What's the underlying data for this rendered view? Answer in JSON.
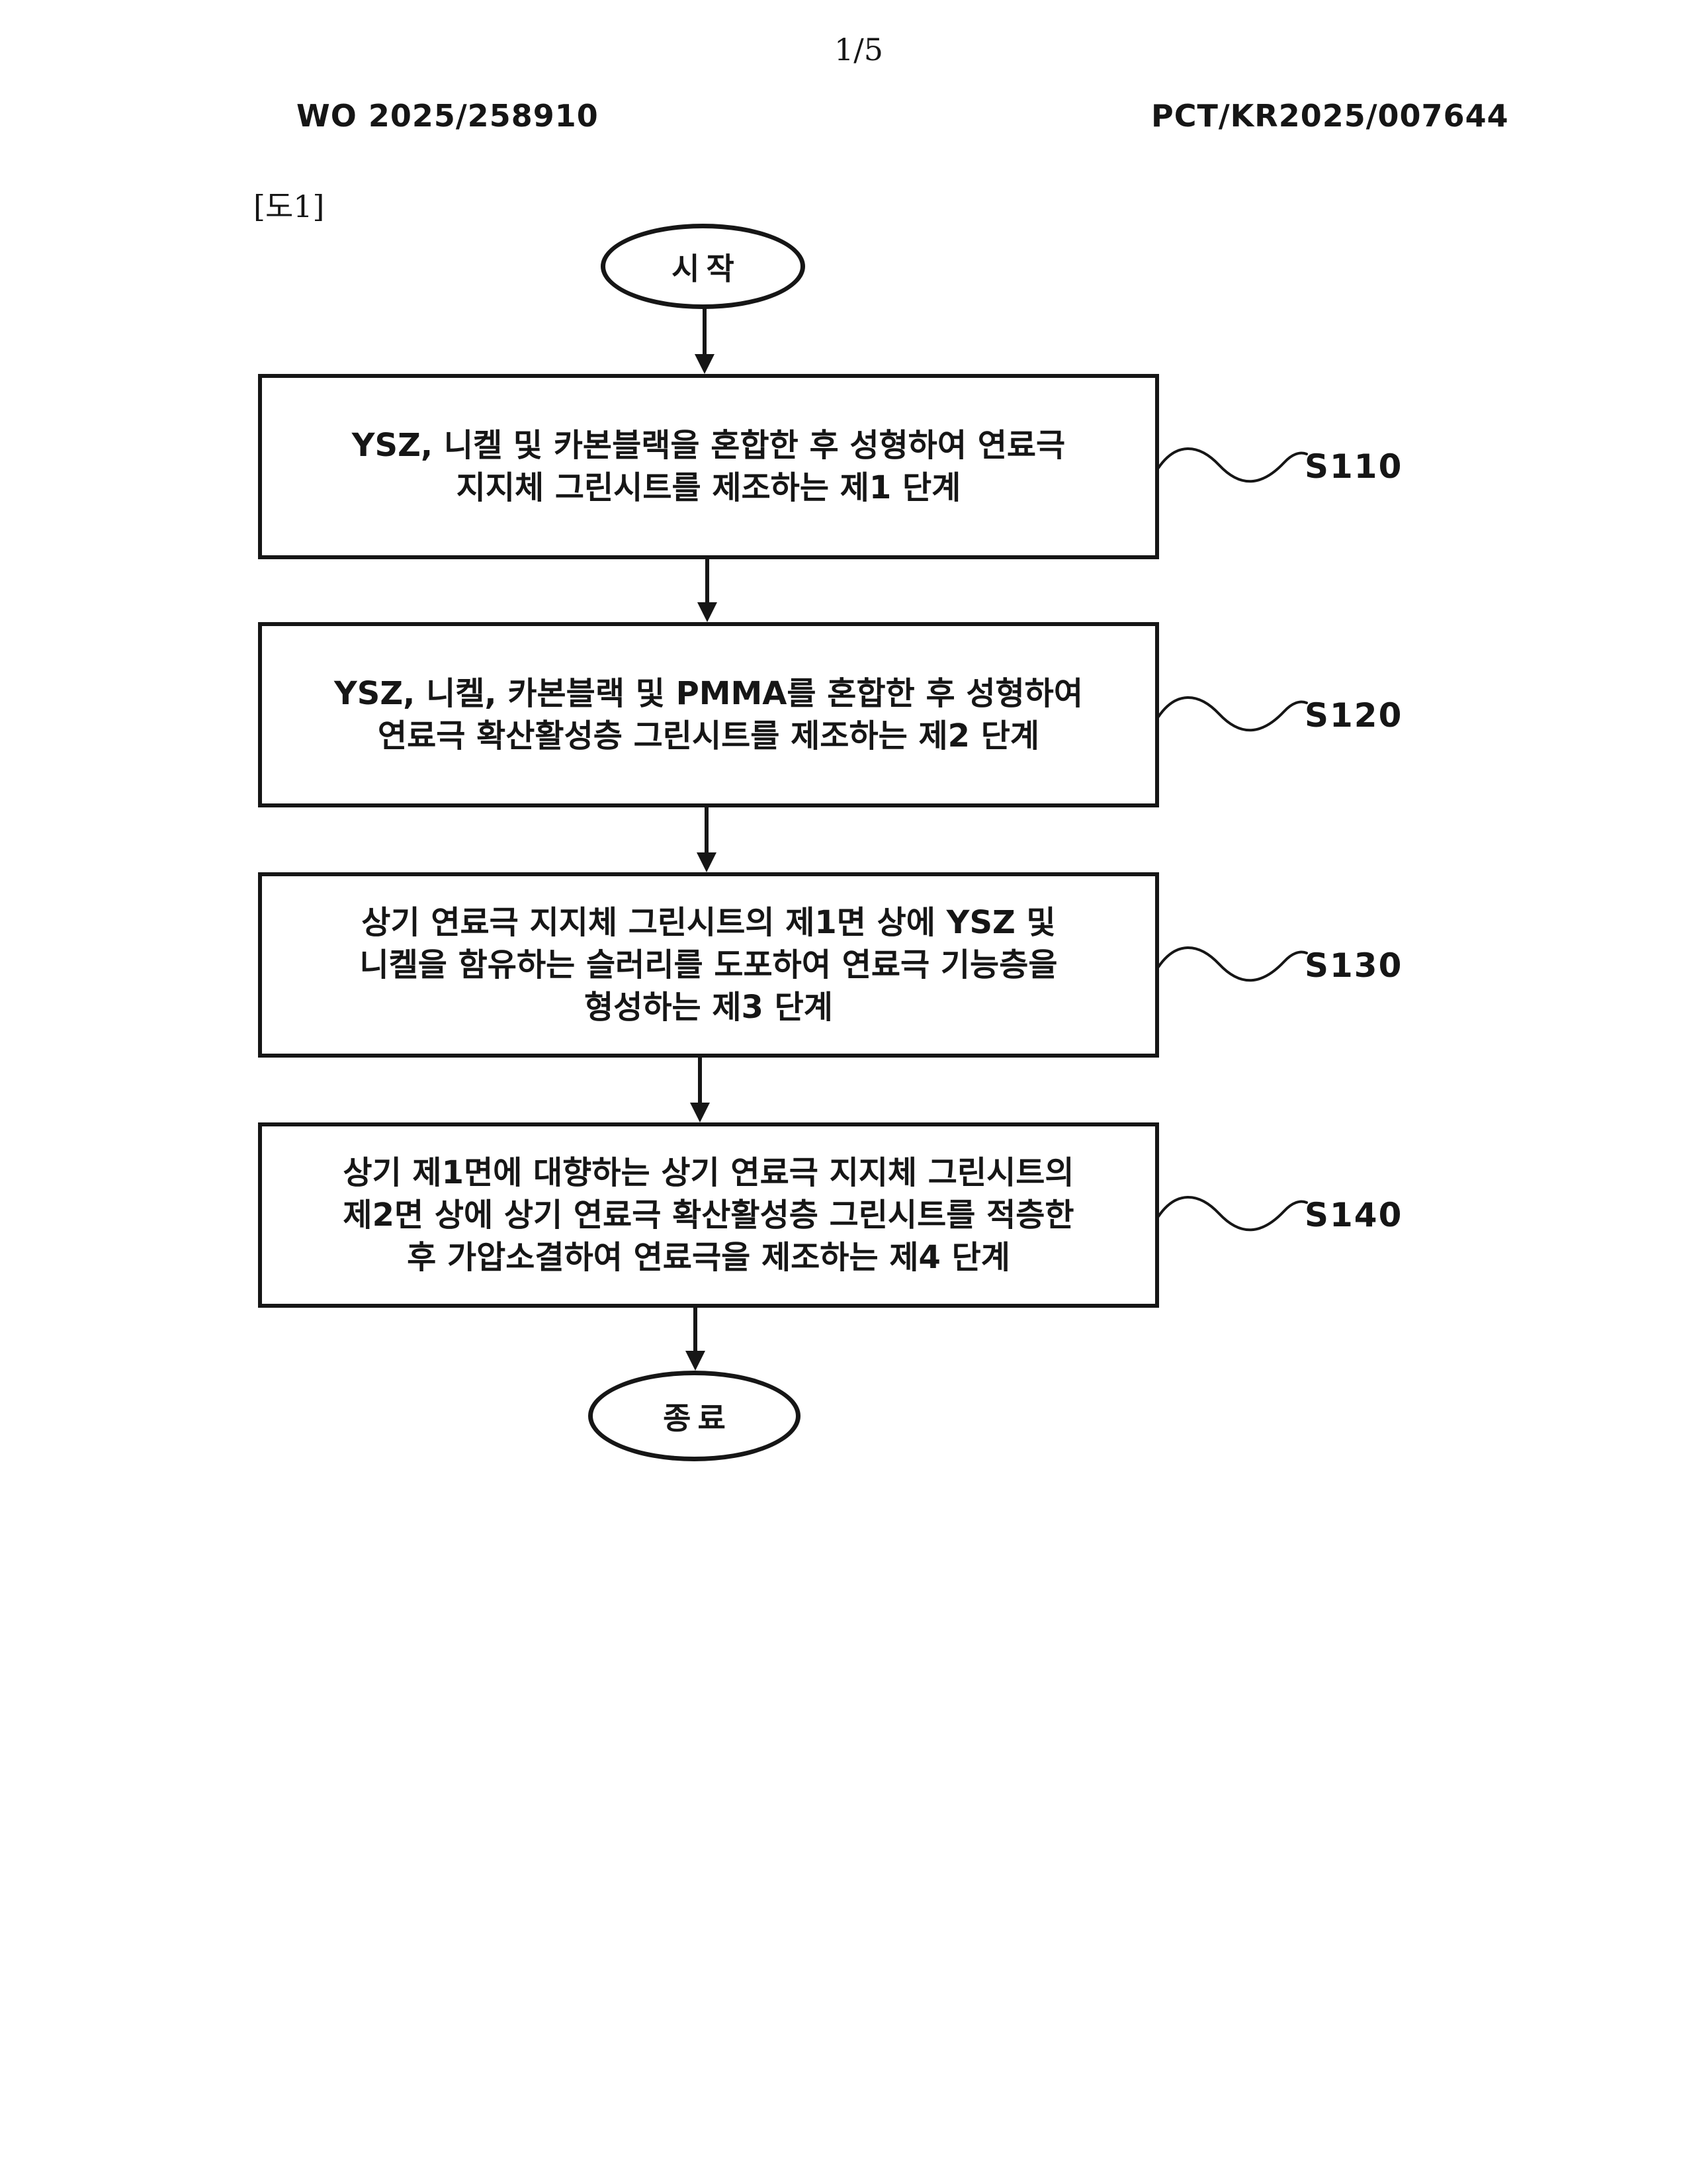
{
  "doc": {
    "page_indicator": "1/5",
    "publication_number": "WO 2025/258910",
    "application_number": "PCT/KR2025/007644",
    "figure_label": "[도1]"
  },
  "flowchart": {
    "start_label": "시작",
    "end_label": "종료",
    "ink_color": "#161616",
    "background_color": "#ffffff",
    "steps": [
      {
        "id": "S110",
        "text": "YSZ, 니켈 및 카본블랙을 혼합한 후 성형하여 연료극 지지체 그린시트를 제조하는 제1 단계",
        "lines": [
          "YSZ, 니켈 및 카본블랙을 혼합한 후 성형하여 연료극",
          "지지체 그린시트를 제조하는 제1 단계"
        ]
      },
      {
        "id": "S120",
        "text": "YSZ, 니켈, 카본블랙 및 PMMA를 혼합한 후 성형하여 연료극 확산활성층 그린시트를 제조하는 제2 단계",
        "lines": [
          "YSZ, 니켈, 카본블랙 및 PMMA를 혼합한 후 성형하여",
          "연료극 확산활성층 그린시트를 제조하는 제2 단계"
        ]
      },
      {
        "id": "S130",
        "text": "상기 연료극 지지체 그린시트의 제1면 상에 YSZ 및 니켈을 함유하는 슬러리를 도포하여 연료극 기능층을 형성하는 제3 단계",
        "lines": [
          "상기 연료극 지지체 그린시트의 제1면 상에 YSZ 및",
          "니켈을 함유하는 슬러리를 도포하여 연료극 기능층을",
          "형성하는 제3 단계"
        ]
      },
      {
        "id": "S140",
        "text": "상기 제1면에 대향하는 상기 연료극 지지체 그린시트의 제2면 상에 상기 연료극 확산활성층 그린시트를 적층한 후 가압소결하여 연료극을 제조하는 제4 단계",
        "lines": [
          "상기 제1면에 대향하는 상기 연료극 지지체 그린시트의",
          "제2면 상에 상기 연료극 확산활성층 그린시트를 적층한",
          "후 가압소결하여 연료극을 제조하는 제4 단계"
        ]
      }
    ]
  }
}
